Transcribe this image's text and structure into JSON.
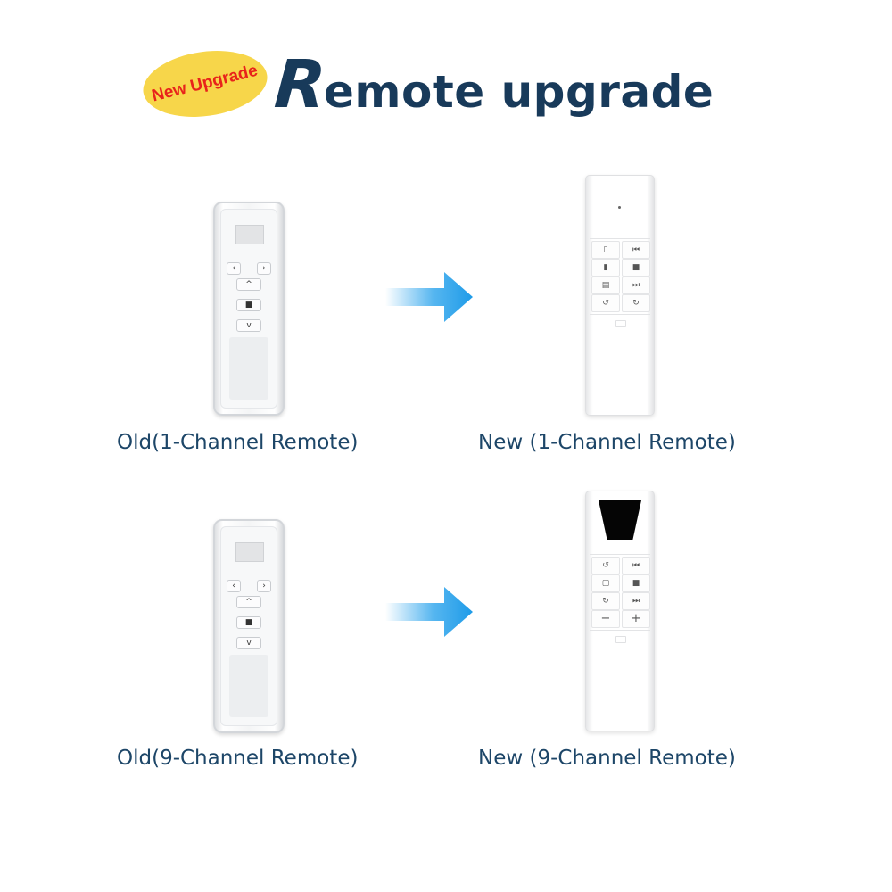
{
  "header": {
    "badge_text": "New Upgrade",
    "title_initial": "R",
    "title_rest": "emote upgrade"
  },
  "colors": {
    "title": "#183a5a",
    "badge_bg": "#f7d64a",
    "badge_text": "#e8231b",
    "caption": "#1d4668",
    "arrow_start": "#ffffff",
    "arrow_end": "#1e9be8"
  },
  "rows": [
    {
      "old_caption": "Old(1-Channel Remote)",
      "new_caption": "New (1-Channel Remote)"
    },
    {
      "old_caption": "Old(9-Channel Remote)",
      "new_caption": "New (9-Channel Remote)"
    }
  ],
  "old_remote_keys": {
    "left": "‹",
    "right": "›",
    "up": "^",
    "stop": "■",
    "down": "v"
  },
  "new_remote_1ch_keys": {
    "left": [
      "▯",
      "▮",
      "▤",
      "↺"
    ],
    "right": [
      "⏮",
      "■",
      "⏭",
      "↻"
    ]
  },
  "new_remote_9ch_keys": {
    "left": [
      "↺",
      "▢",
      "↻",
      "−"
    ],
    "right": [
      "⏮",
      "■",
      "⏭",
      "+"
    ]
  }
}
